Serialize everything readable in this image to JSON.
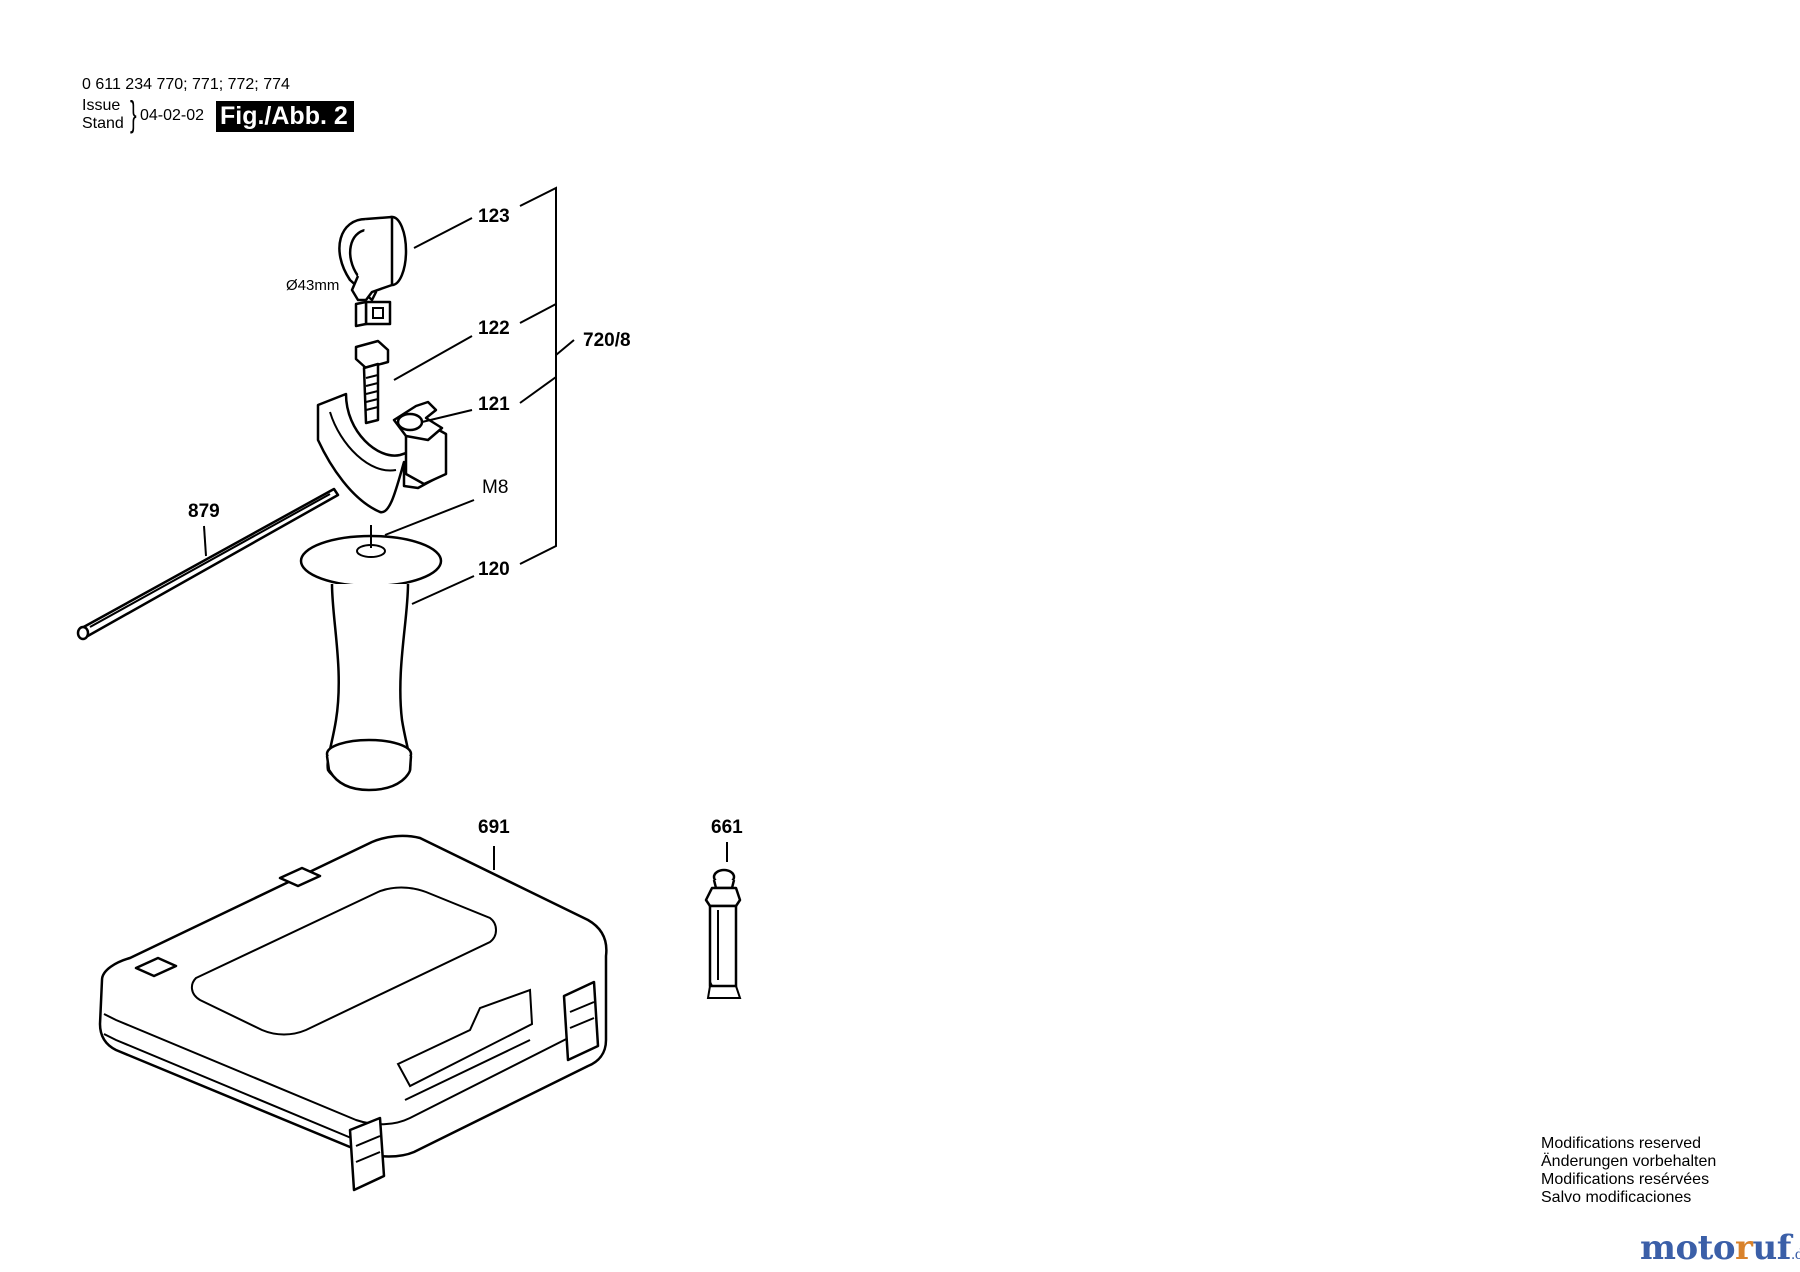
{
  "header": {
    "model_numbers": "0 611 234 770; 771; 772; 774",
    "issue_label": "Issue",
    "stand_label": "Stand",
    "brace": "}",
    "date": "04-02-02",
    "figure_label": "Fig./Abb. 2"
  },
  "callouts": {
    "c123": "123",
    "c122": "122",
    "c121": "121",
    "c120": "120",
    "c879": "879",
    "c691": "691",
    "c661": "661",
    "m8": "M8",
    "assembly": "720/8",
    "diameter": "Ø43mm"
  },
  "notice": {
    "line1": "Modifications reserved",
    "line2": "Änderungen vorbehalten",
    "line3": "Modifications resérvées",
    "line4": "Salvo modificaciones"
  },
  "watermark": {
    "part1": "moto",
    "part2": "r",
    "part3": "uf",
    "tld": ".de"
  }
}
